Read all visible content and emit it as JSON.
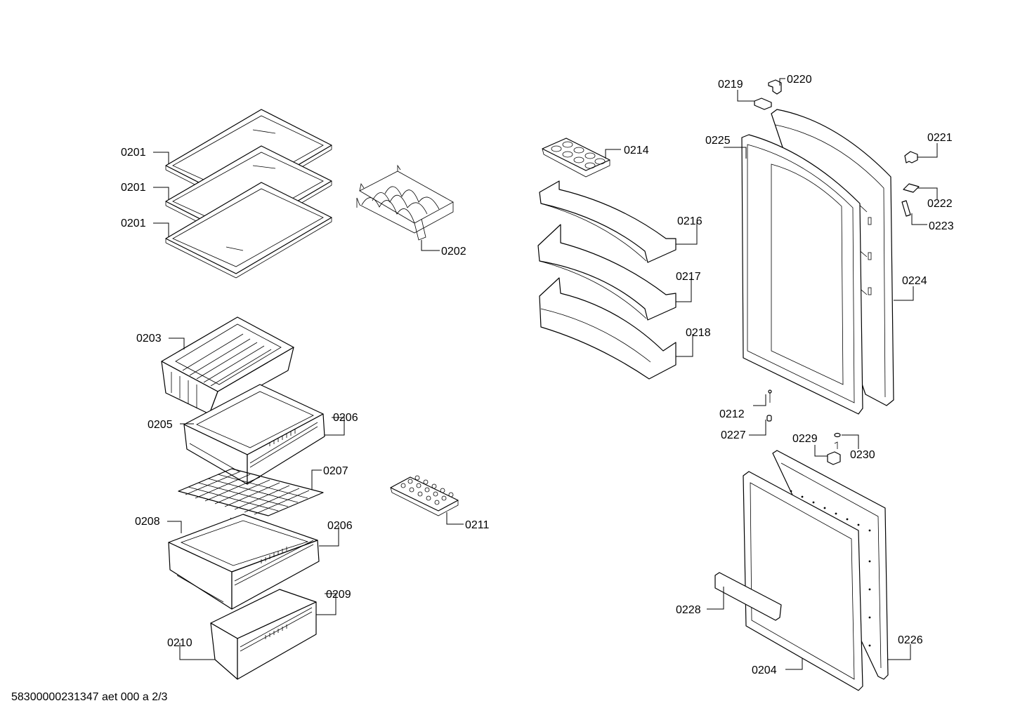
{
  "labels": {
    "l0201a": "0201",
    "l0201b": "0201",
    "l0201c": "0201",
    "l0202": "0202",
    "l0203": "0203",
    "l0205": "0205",
    "l0206a": "0206",
    "l0207": "0207",
    "l0208": "0208",
    "l0206b": "0206",
    "l0209": "0209",
    "l0210": "0210",
    "l0211": "0211",
    "l0214": "0214",
    "l0216": "0216",
    "l0217": "0217",
    "l0218": "0218",
    "l0219": "0219",
    "l0220": "0220",
    "l0225": "0225",
    "l0221": "0221",
    "l0222": "0222",
    "l0223": "0223",
    "l0224": "0224",
    "l0212": "0212",
    "l0227": "0227",
    "l0229": "0229",
    "l0230": "0230",
    "l0228": "0228",
    "l0226": "0226",
    "l0204": "0204"
  },
  "footer": "58300000231347 aet 000 a 2/3"
}
